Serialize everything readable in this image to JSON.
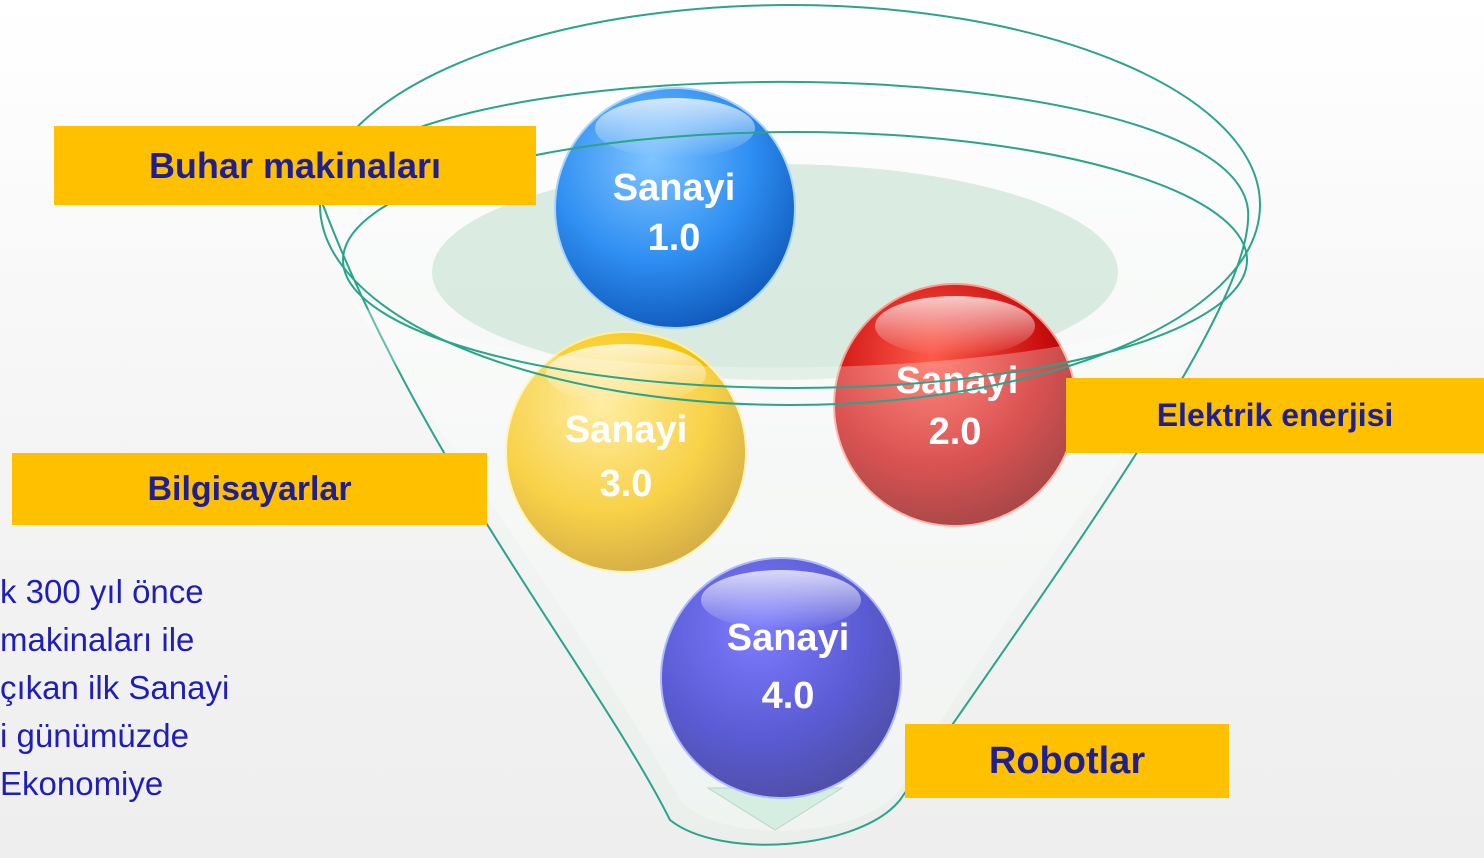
{
  "funnel": {
    "stages": [
      {
        "line1": "Sanayi",
        "line2": "1.0"
      },
      {
        "line1": "Sanayi",
        "line2": "2.0"
      },
      {
        "line1": "Sanayi",
        "line2": "3.0"
      },
      {
        "line1": "Sanayi",
        "line2": "4.0"
      }
    ]
  },
  "labels": {
    "buhar": "Buhar makinaları",
    "elektrik": "Elektrik enerjisi",
    "bilgisayar": "Bilgisayarlar",
    "robot": "Robotlar"
  },
  "body_text": {
    "lines": [
      "k 300 yıl önce",
      "makinaları ile",
      "çıkan ilk Sanayi",
      "i günümüzde",
      "Ekonomiye"
    ]
  },
  "colors": {
    "label_bg": "#ffc000",
    "label_text": "#1f1f8f",
    "body_text": "#1f1fb8",
    "funnel_outline": "#2aa48a",
    "sphere_1": "#2f8ff2",
    "sphere_2": "#cc1010",
    "sphere_3": "#f5c000",
    "sphere_4": "#1c1cc4"
  }
}
